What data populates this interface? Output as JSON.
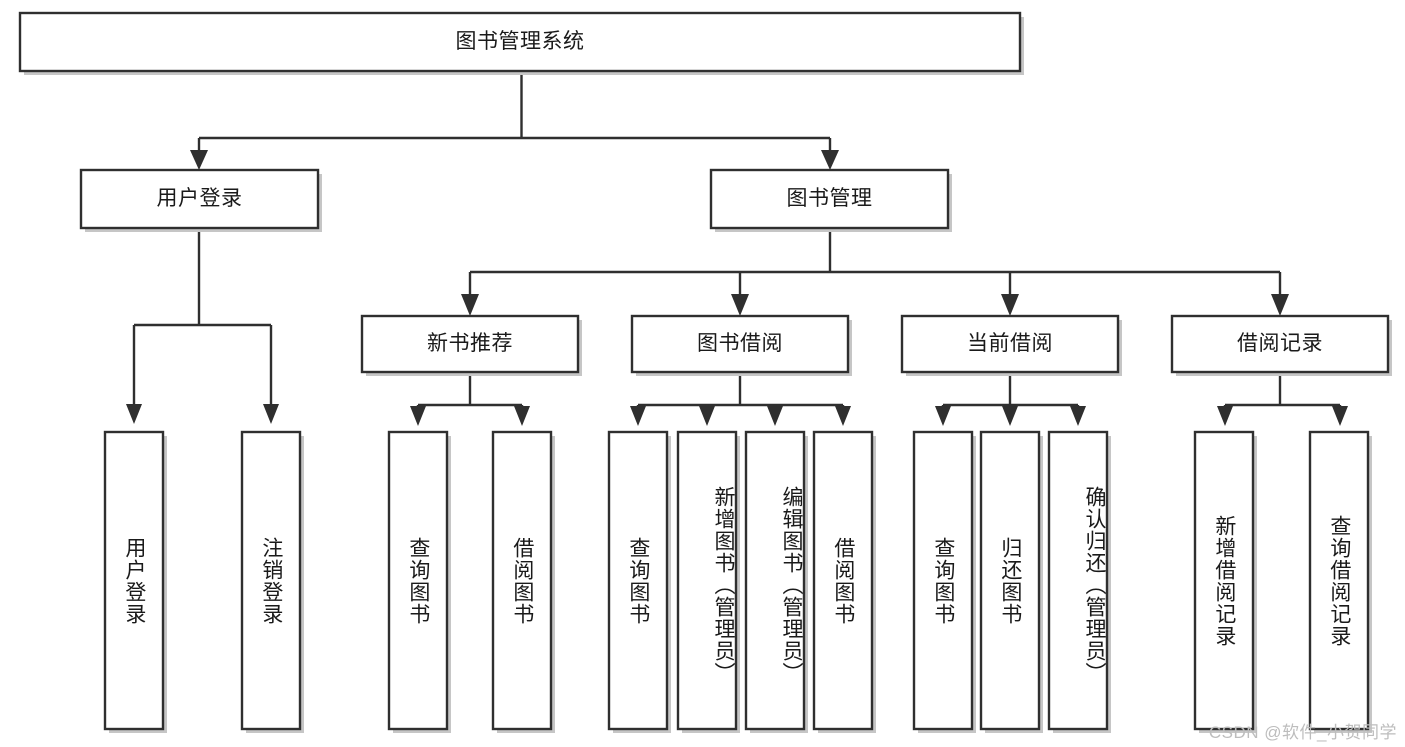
{
  "diagram": {
    "type": "tree-hierarchy",
    "title": "图书管理系统",
    "orientation": "top-down",
    "colors": {
      "box_fill": "#ffffff",
      "box_stroke": "#2f2f2f",
      "shadow": "#b3b3b3",
      "text": "#1a1a1a",
      "watermark": "#bdbdbd",
      "background": "#ffffff"
    },
    "root": {
      "id": "root",
      "label": "图书管理系统",
      "text_direction": "horizontal"
    },
    "level2": [
      {
        "id": "user-login",
        "label": "用户登录",
        "text_direction": "horizontal"
      },
      {
        "id": "book-management",
        "label": "图书管理",
        "text_direction": "horizontal"
      }
    ],
    "level3": [
      {
        "id": "new-book-recommend",
        "label": "新书推荐",
        "parent": "book-management",
        "text_direction": "horizontal"
      },
      {
        "id": "book-borrow",
        "label": "图书借阅",
        "parent": "book-management",
        "text_direction": "horizontal"
      },
      {
        "id": "current-borrow",
        "label": "当前借阅",
        "parent": "book-management",
        "text_direction": "horizontal"
      },
      {
        "id": "borrow-record",
        "label": "借阅记录",
        "parent": "book-management",
        "text_direction": "horizontal"
      }
    ],
    "leaves": [
      {
        "id": "leaf-user-login",
        "label": "用户登录",
        "parent": "user-login",
        "text_direction": "vertical"
      },
      {
        "id": "leaf-logout-login",
        "label": "注销登录",
        "parent": "user-login",
        "text_direction": "vertical"
      },
      {
        "id": "leaf-query-book-1",
        "label": "查询图书",
        "parent": "new-book-recommend",
        "text_direction": "vertical"
      },
      {
        "id": "leaf-borrow-book-1",
        "label": "借阅图书",
        "parent": "new-book-recommend",
        "text_direction": "vertical"
      },
      {
        "id": "leaf-query-book-2",
        "label": "查询图书",
        "parent": "book-borrow",
        "text_direction": "vertical"
      },
      {
        "id": "leaf-add-book",
        "label": "新增图书（管理员）",
        "parent": "book-borrow",
        "text_direction": "vertical"
      },
      {
        "id": "leaf-edit-book",
        "label": "编辑图书（管理员）",
        "parent": "book-borrow",
        "text_direction": "vertical"
      },
      {
        "id": "leaf-borrow-book-2",
        "label": "借阅图书",
        "parent": "book-borrow",
        "text_direction": "vertical"
      },
      {
        "id": "leaf-query-book-3",
        "label": "查询图书",
        "parent": "current-borrow",
        "text_direction": "vertical"
      },
      {
        "id": "leaf-return-book",
        "label": "归还图书",
        "parent": "current-borrow",
        "text_direction": "vertical"
      },
      {
        "id": "leaf-confirm-return",
        "label": "确认归还（管理员）",
        "parent": "current-borrow",
        "text_direction": "vertical"
      },
      {
        "id": "leaf-add-record",
        "label": "新增借阅记录",
        "parent": "borrow-record",
        "text_direction": "vertical"
      },
      {
        "id": "leaf-query-record",
        "label": "查询借阅记录",
        "parent": "borrow-record",
        "text_direction": "vertical"
      }
    ]
  },
  "watermark": {
    "text": "CSDN @软件_小贺同学"
  }
}
